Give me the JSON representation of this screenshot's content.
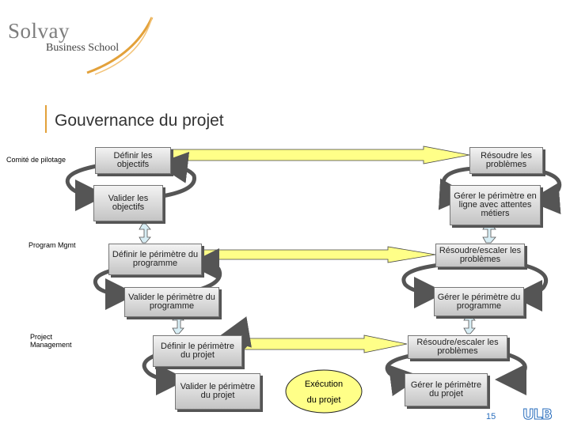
{
  "logo": {
    "name": "Solvay",
    "school": "Business School"
  },
  "title": "Gouvernance du projet",
  "labels": {
    "comite": "Comité de pilotage",
    "program": "Program Mgmt",
    "project": "Project Management"
  },
  "boxes": {
    "definir_objectifs": "Définir les objectifs",
    "resoudre_problemes": "Résoudre les problèmes",
    "valider_objectifs": "Valider les objectifs",
    "gerer_perimetre_metiers": "Gérer le périmètre en ligne avec attentes métiers",
    "definir_perimetre_programme": "Définir le périmètre du programme",
    "resoudre_escaler_prog": "Résoudre/escaler les problèmes",
    "valider_perimetre_programme": "Valider le périmètre du programme",
    "gerer_perimetre_programme": "Gérer le périmètre du programme",
    "definir_perimetre_projet": "Définir le périmètre du projet",
    "resoudre_escaler_projet": "Résoudre/escaler les problèmes",
    "valider_perimetre_projet": "Valider le périmètre du projet",
    "gerer_perimetre_projet": "Gérer le périmètre du projet"
  },
  "execution": {
    "line1": "Exécution",
    "line2": "du projet"
  },
  "footer": {
    "page": "15",
    "brand": "ULB"
  },
  "colors": {
    "accent": "#e3a13a",
    "arrow": "#ffff88",
    "curve": "#555555",
    "brand_blue": "#2a6ebd"
  }
}
